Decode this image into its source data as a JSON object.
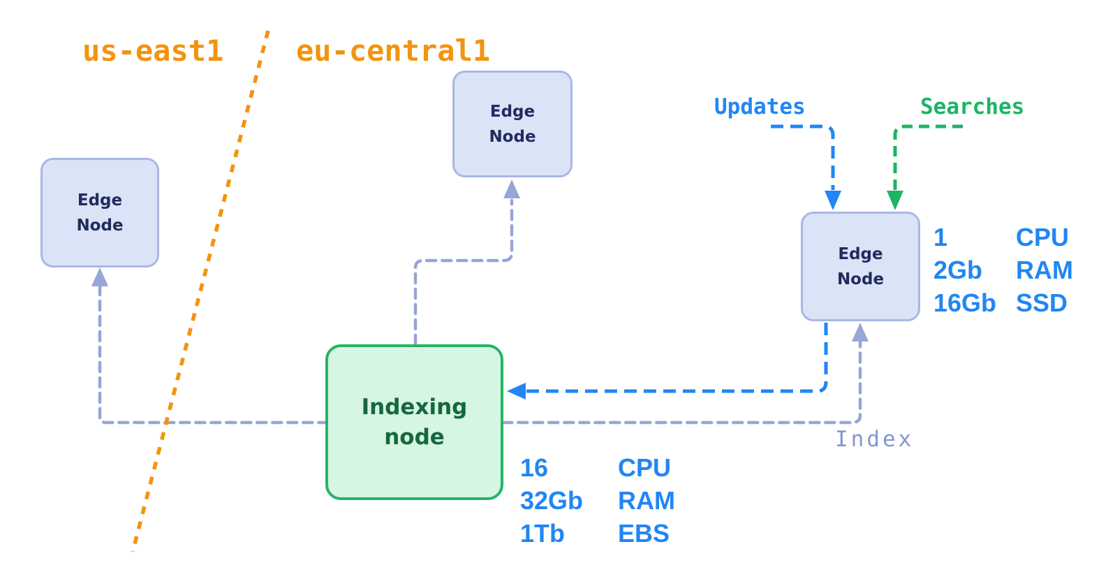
{
  "diagram": {
    "regions": {
      "us": {
        "label": "us-east1"
      },
      "eu": {
        "label": "eu-central1"
      }
    },
    "nodes": {
      "edge_us": {
        "line1": "Edge",
        "line2": "Node"
      },
      "edge_eu": {
        "line1": "Edge",
        "line2": "Node"
      },
      "edge_main": {
        "line1": "Edge",
        "line2": "Node"
      },
      "indexing": {
        "line1": "Indexing",
        "line2": "node"
      }
    },
    "flows": {
      "updates": {
        "label": "Updates"
      },
      "searches": {
        "label": "Searches"
      },
      "index": {
        "label": "Index"
      }
    },
    "specs": {
      "edge_node": {
        "rows": [
          {
            "value": "1",
            "unit": "CPU"
          },
          {
            "value": "2Gb",
            "unit": "RAM"
          },
          {
            "value": "16Gb",
            "unit": "SSD"
          }
        ]
      },
      "indexing_node": {
        "rows": [
          {
            "value": "16",
            "unit": "CPU"
          },
          {
            "value": "32Gb",
            "unit": "RAM"
          },
          {
            "value": "1Tb",
            "unit": "EBS"
          }
        ]
      }
    },
    "colors": {
      "region_divider_orange": "#f2940f",
      "updates_blue": "#2186f4",
      "searches_green": "#1db465",
      "index_lavender": "#97a5d8",
      "index_label": "#8497d0",
      "edge_node_fill": "#dbe3f6",
      "edge_node_border": "#a9b7e4",
      "edge_node_text": "#1f2c5e",
      "indexing_fill": "#d6f5e2",
      "indexing_border": "#24b566",
      "indexing_text": "#15683e"
    }
  }
}
